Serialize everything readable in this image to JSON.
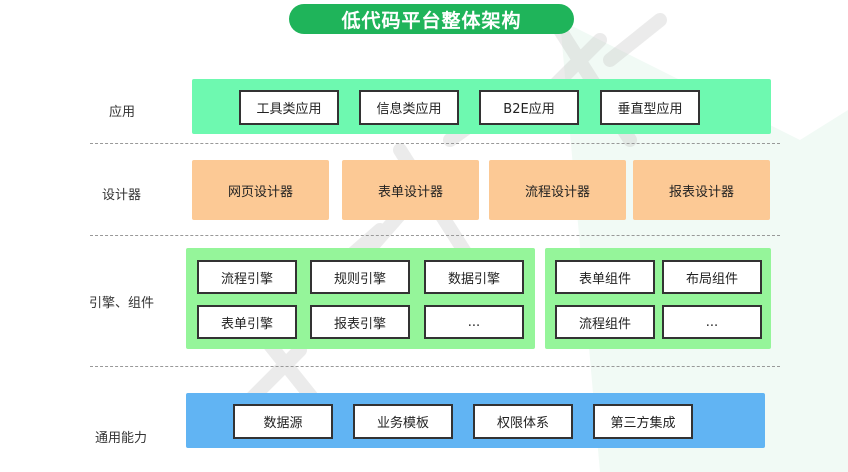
{
  "title": "低代码平台整体架构",
  "rows": {
    "app": {
      "label": "应用",
      "items": [
        "工具类应用",
        "信息类应用",
        "B2E应用",
        "垂直型应用"
      ]
    },
    "designer": {
      "label": "设计器",
      "items": [
        "网页设计器",
        "表单设计器",
        "流程设计器",
        "报表设计器"
      ]
    },
    "engine": {
      "label": "引擎、组件",
      "engines": [
        "流程引擎",
        "规则引擎",
        "数据引擎",
        "表单引擎",
        "报表引擎",
        "..."
      ],
      "components": [
        "表单组件",
        "布局组件",
        "流程组件",
        "..."
      ]
    },
    "common": {
      "label": "通用能力",
      "items": [
        "数据源",
        "业务模板",
        "权限体系",
        "第三方集成"
      ]
    }
  },
  "colors": {
    "title_bg": "#1fb45a",
    "app_band": "#6ef9b0",
    "designer_box": "#fcc995",
    "engine_band": "#95f59a",
    "common_band": "#61b4f3"
  }
}
